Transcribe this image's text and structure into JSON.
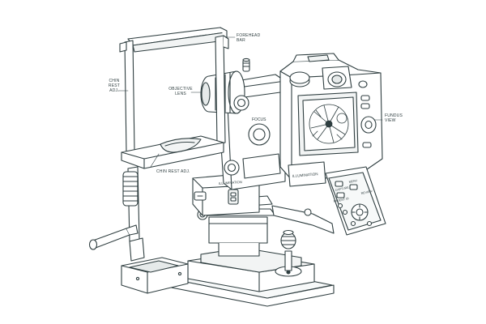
{
  "colors": {
    "stroke": "#2f3e40",
    "fill": "#ffffff",
    "screen": "#f2f4f4",
    "shade": "#e6eaea"
  },
  "callouts": {
    "forehead_bar": [
      "FOREHEAD",
      "BAR"
    ],
    "chin_rest_adj_top": [
      "CHIN",
      "REST",
      "ADJ."
    ],
    "objective_lens": [
      "OBJECTIVE",
      "LENS"
    ],
    "fundus_view": [
      "FUNDUS",
      "VIEW"
    ],
    "chin_rest_adj": "CHIN REST ADJ."
  },
  "device_text": {
    "focus": "FOCUS",
    "illumination_panel": "ILLUMINATION",
    "illumination_dial": "ILLUMINATION",
    "remote_btn_capture": "CAPTURE",
    "remote_btn_menu": "MENU",
    "remote_btn_patient": "PATIENT ID",
    "remote_btn_review": "REVIEW"
  },
  "icons": [
    "fundus-image-icon",
    "crosshair-icon",
    "dpad-icon"
  ]
}
